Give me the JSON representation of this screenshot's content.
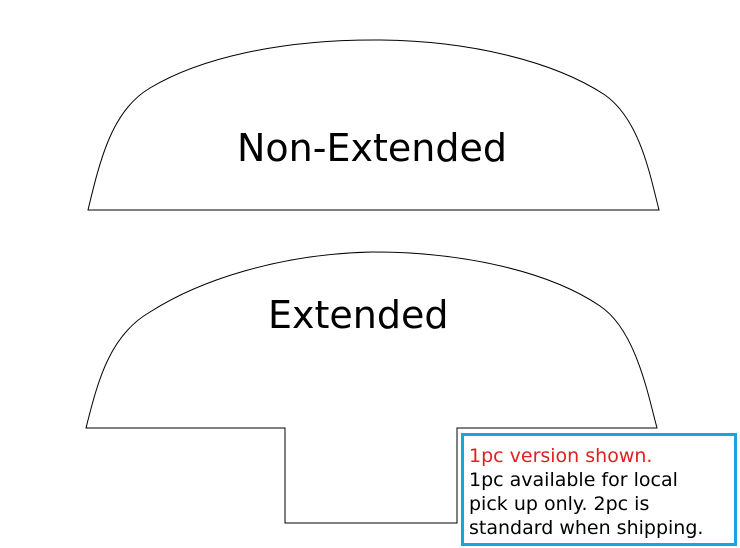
{
  "labels": {
    "non_extended": "Non-Extended",
    "extended": "Extended"
  },
  "note": {
    "highlight": "1pc version shown.",
    "lines": [
      "1pc available for local",
      "pick up only. 2pc is",
      "standard when shipping."
    ]
  },
  "colors": {
    "outline": "#000000",
    "note_border": "#1aa3e0",
    "highlight_text": "#e02020"
  }
}
